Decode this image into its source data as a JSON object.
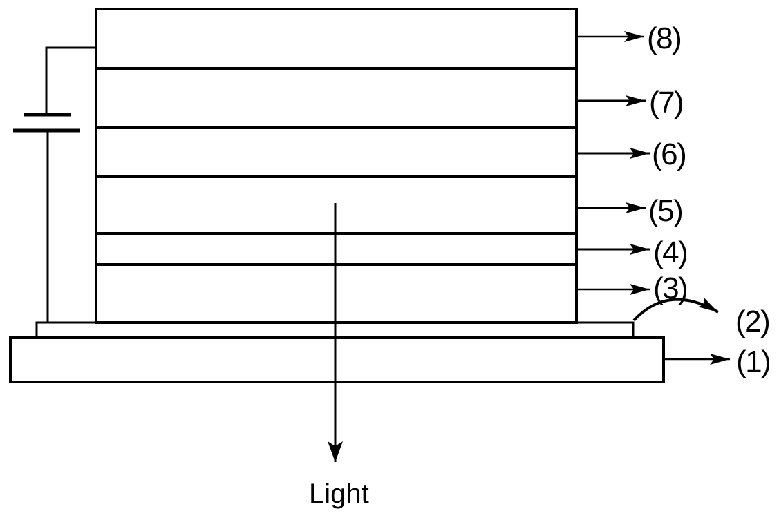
{
  "figure": {
    "kind": "layered-device-cross-section",
    "colors": {
      "line": "#000000",
      "background": "#ffffff"
    },
    "light_label": "Light",
    "stack_order_top_to_bottom": [
      "(8)",
      "(7)",
      "(6)",
      "(5)",
      "(4)",
      "(3)",
      "(2)",
      "(1)"
    ],
    "callouts": [
      {
        "id": "8",
        "text": "(8)"
      },
      {
        "id": "7",
        "text": "(7)"
      },
      {
        "id": "6",
        "text": "(6)"
      },
      {
        "id": "5",
        "text": "(5)"
      },
      {
        "id": "4",
        "text": "(4)"
      },
      {
        "id": "3",
        "text": "(3)"
      },
      {
        "id": "2",
        "text": "(2)"
      },
      {
        "id": "1",
        "text": "(1)"
      }
    ]
  }
}
